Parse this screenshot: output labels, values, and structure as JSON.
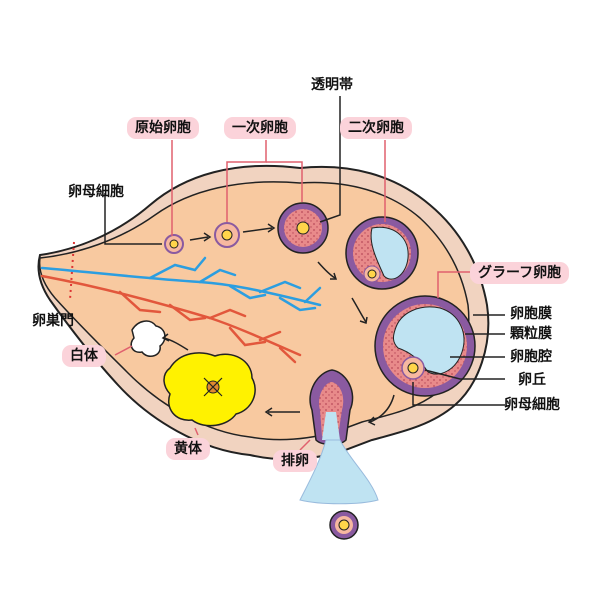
{
  "labels": {
    "zona_pellucida": "透明帯",
    "primordial_follicle": "原始卵胞",
    "primary_follicle": "一次卵胞",
    "secondary_follicle": "二次卵胞",
    "oocyte_left": "卵母細胞",
    "graafian_follicle": "グラーフ卵胞",
    "hilum": "卵巣門",
    "theca": "卵胞膜",
    "granulosa": "顆粒膜",
    "antrum": "卵胞腔",
    "cumulus": "卵丘",
    "oocyte_right": "卵母細胞",
    "corpus_albicans": "白体",
    "corpus_luteum": "黄体",
    "ovulation": "排卵"
  },
  "colors": {
    "ovary_fill": "#f8c9a0",
    "capsule_fill": "#f1d3c0",
    "outline": "#222222",
    "label_bg": "#fbd3da",
    "connector": "#e0606e",
    "vessel_blue": "#2c9ee0",
    "vessel_red": "#e2573c",
    "follicle_ring": "#8a5aa0",
    "granulosa_fill": "#e88a8a",
    "antrum_fill": "#bfe3f2",
    "luteum_fill": "#fff200",
    "oocyte_fill": "#ffd54a"
  }
}
